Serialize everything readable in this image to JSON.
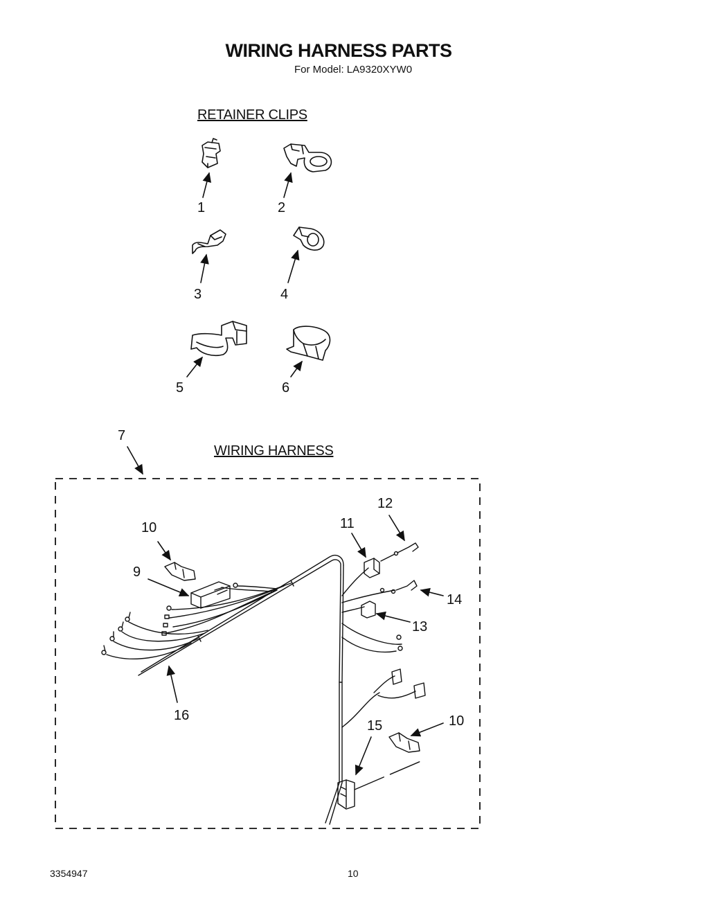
{
  "header": {
    "title": "WIRING HARNESS PARTS",
    "model_line": "For Model: LA9320XYW0"
  },
  "sections": {
    "retainer_clips": "RETAINER CLIPS",
    "wiring_harness": "WIRING HARNESS"
  },
  "callouts": {
    "c1": "1",
    "c2": "2",
    "c3": "3",
    "c4": "4",
    "c5": "5",
    "c6": "6",
    "c7": "7",
    "c9": "9",
    "c10a": "10",
    "c10b": "10",
    "c11": "11",
    "c12": "12",
    "c13": "13",
    "c14": "14",
    "c15": "15",
    "c16": "16"
  },
  "footer": {
    "doc_number": "3354947",
    "page_number": "10"
  }
}
